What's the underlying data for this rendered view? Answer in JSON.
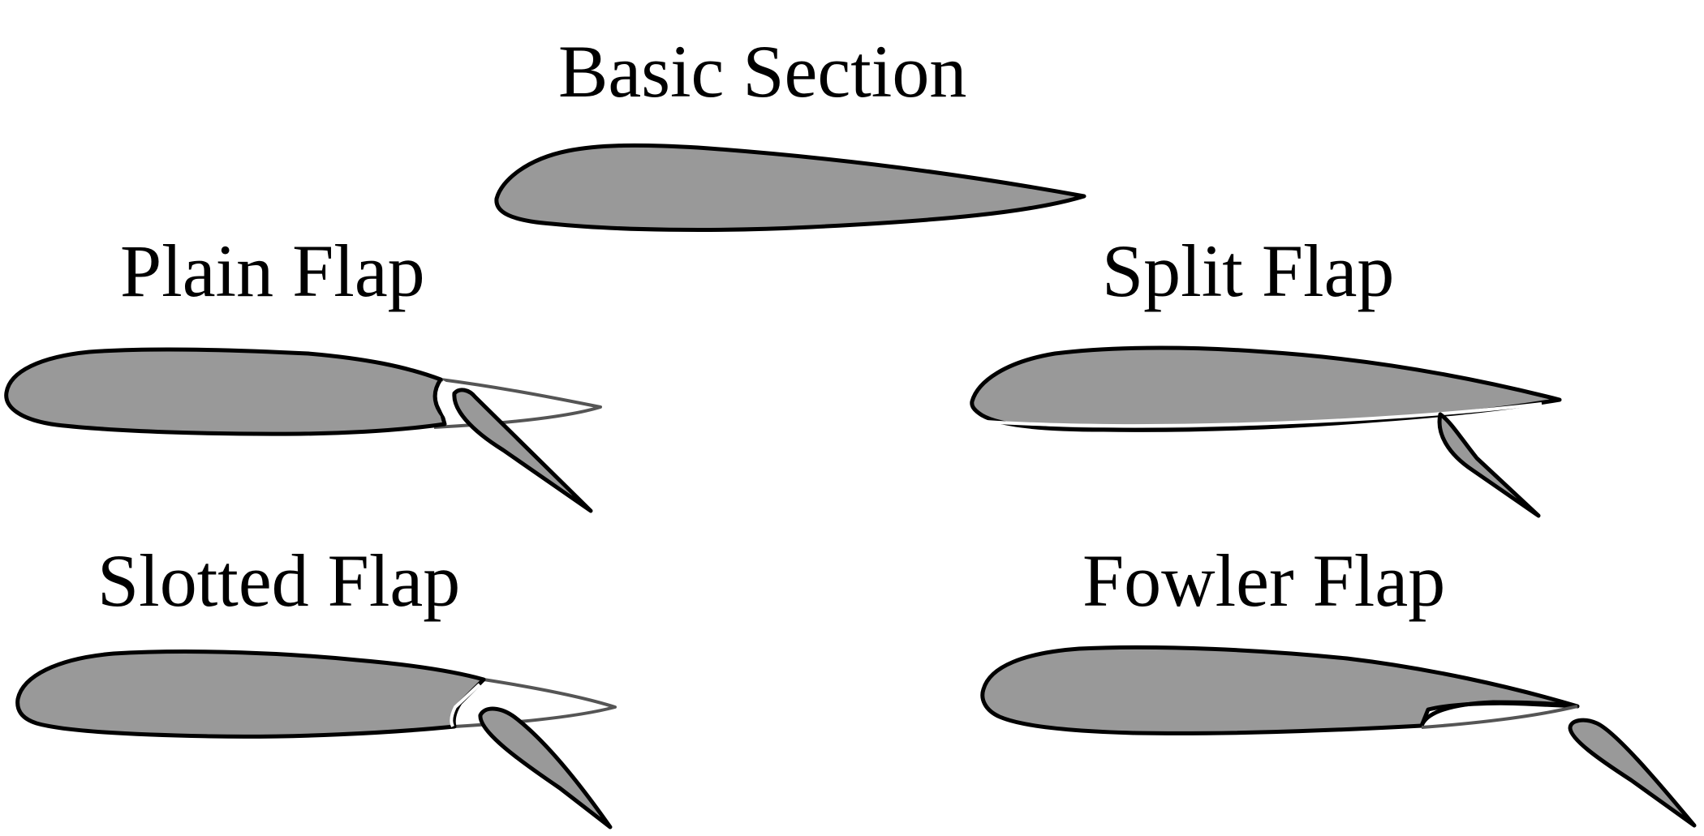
{
  "labels": {
    "basic": "Basic Section",
    "plain": "Plain Flap",
    "split": "Split Flap",
    "slotted": "Slotted Flap",
    "fowler": "Fowler Flap"
  },
  "colors": {
    "airfoil_fill": "#999999",
    "outline": "#000000",
    "stowed_outline": "#555555",
    "background": "#ffffff"
  }
}
